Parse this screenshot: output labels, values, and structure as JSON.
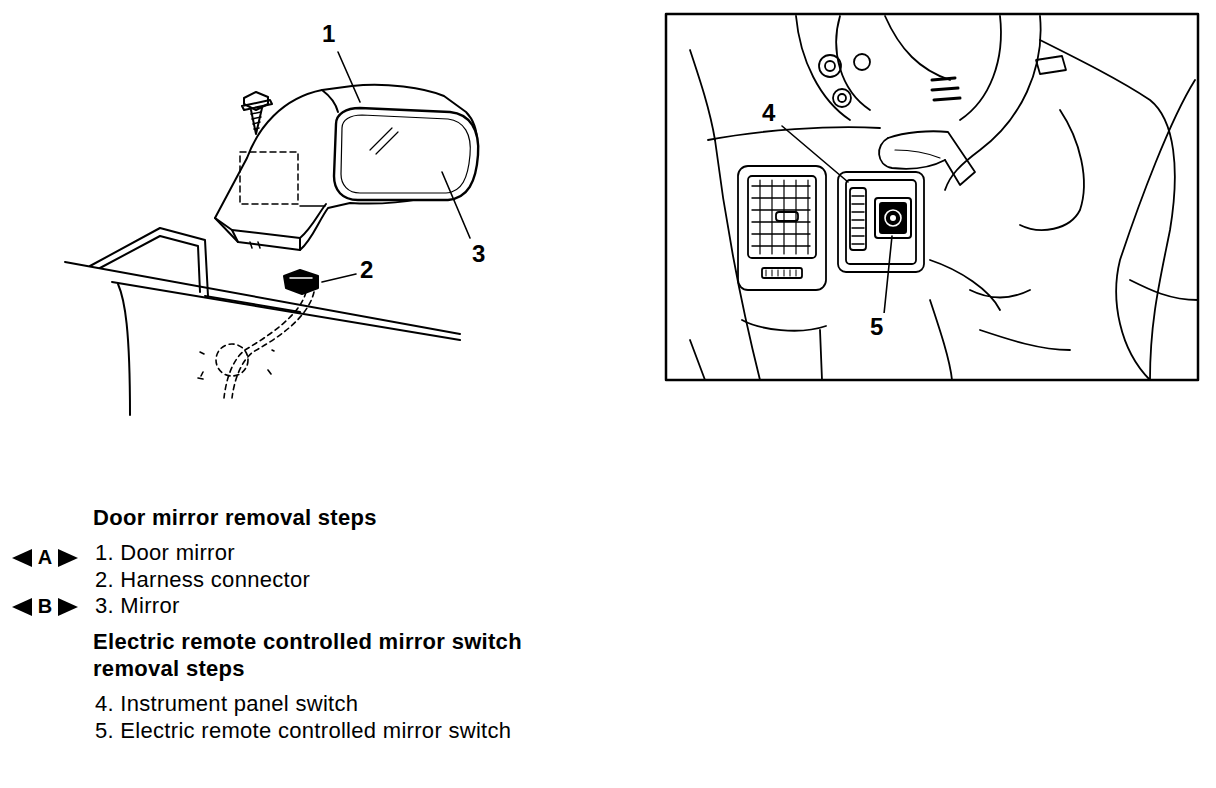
{
  "diagram": {
    "labels": [
      "1",
      "2",
      "3",
      "4",
      "5",
      "Door mirror removal steps",
      "A",
      "1. Door mirror",
      "2. Harness connector",
      "B",
      "3. Mirror",
      "Electric remote controlled mirror switch removal steps",
      "4. Instrument panel switch",
      "5. Electric remote controlled mirror switch"
    ]
  }
}
